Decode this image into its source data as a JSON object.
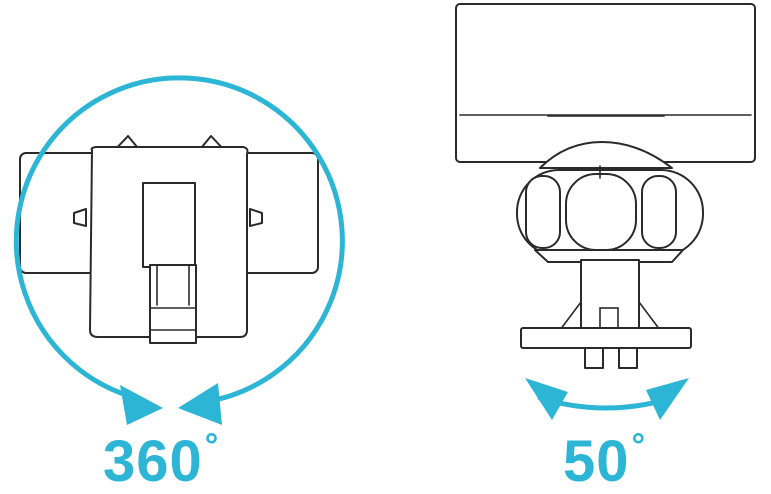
{
  "rotation": {
    "value_text": "360",
    "unit_text": "°",
    "degrees": 360
  },
  "tilt": {
    "value_text": "50",
    "unit_text": "°",
    "degrees": 50
  },
  "colors": {
    "accent": "#2db5d6",
    "line": "#2a2a2a",
    "background": "#ffffff"
  },
  "icons": {
    "rotation_indicator": "circular-arrow-icon",
    "tilt_indicator": "double-headed-arc-arrow-icon"
  }
}
